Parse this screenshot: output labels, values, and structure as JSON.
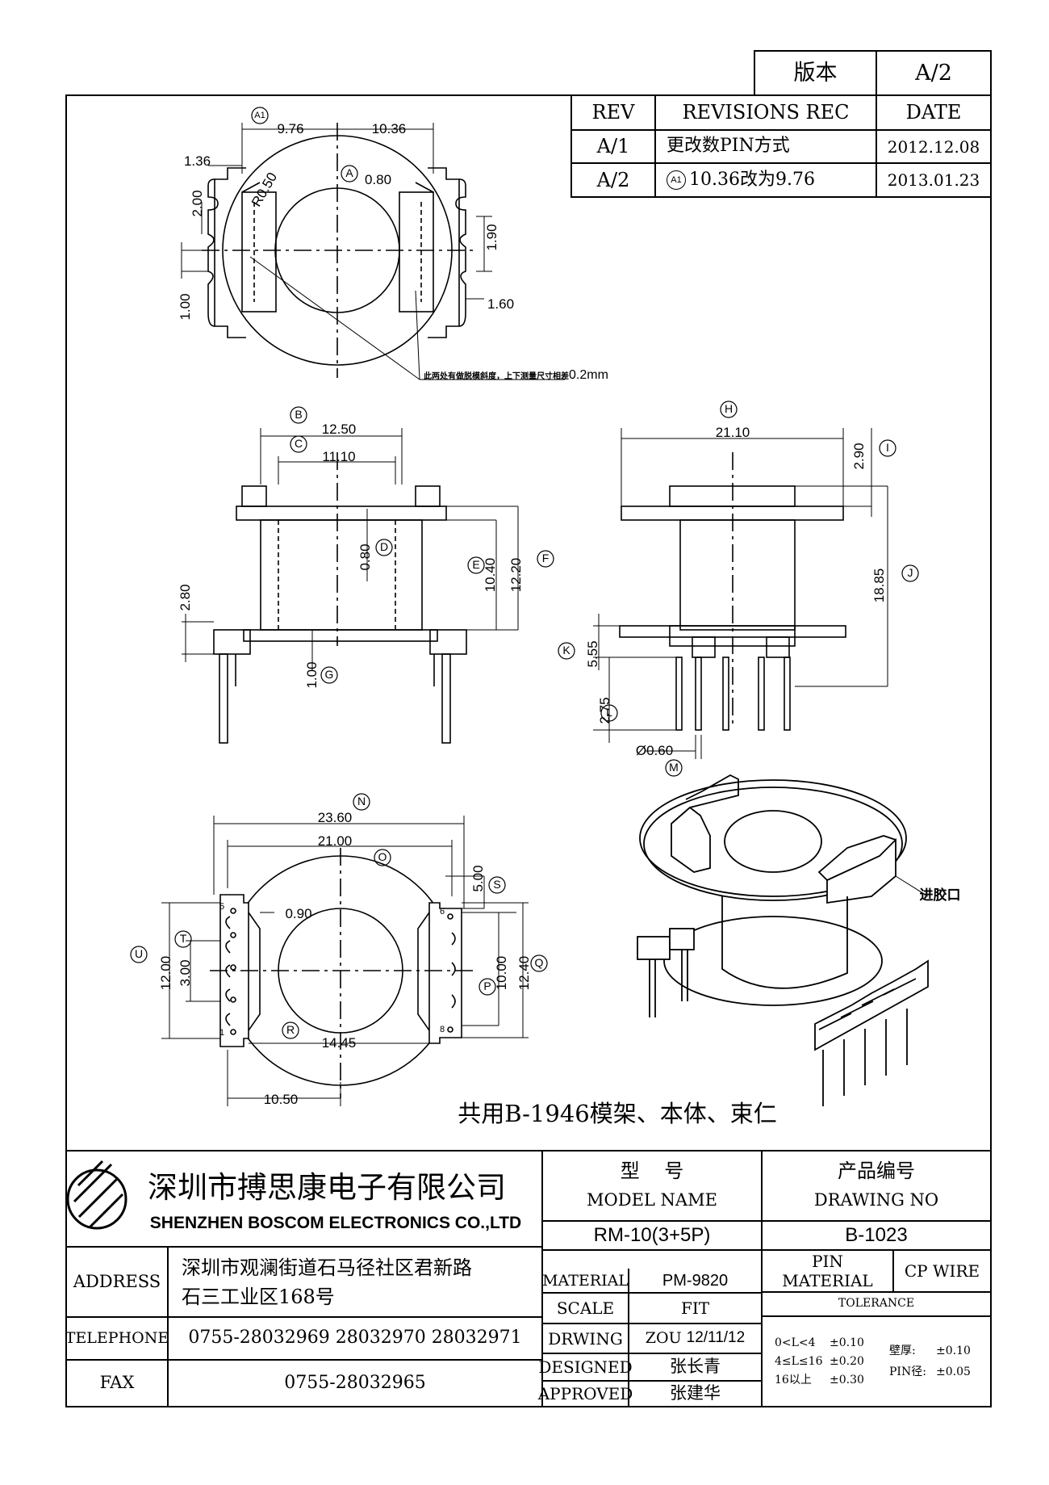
{
  "version": {
    "label": "版本",
    "value": "A/2"
  },
  "revisions": {
    "headers": {
      "rev": "REV",
      "rec": "REVISIONS REC",
      "date": "DATE"
    },
    "rows": [
      {
        "rev": "A/1",
        "desc": "更改数PIN方式",
        "date": "2012.12.08"
      },
      {
        "rev": "A/2",
        "mark": "A1",
        "desc": "10.36改为9.76",
        "date": "2013.01.23"
      }
    ]
  },
  "top_view": {
    "dims": {
      "d1": "9.76",
      "d2": "10.36",
      "d3": "1.36",
      "d4": "R0.50",
      "d5": "0.80",
      "d6": "2.00",
      "d7": "1.90",
      "d8": "1.00",
      "d9": "1.60"
    },
    "marks": {
      "a1": "A1",
      "a": "A"
    },
    "note_prefix": "此两处有做脱模斜度，上下测量尺寸相差",
    "note_value": "0.2mm"
  },
  "front_view": {
    "dims": {
      "b": "12.50",
      "c": "11.10",
      "d": "0.80",
      "e": "10.40",
      "f": "12.20",
      "g": "1.00",
      "h": "2.80"
    },
    "marks": {
      "b": "B",
      "c": "C",
      "d": "D",
      "e": "E",
      "f": "F",
      "g": "G"
    }
  },
  "side_view": {
    "dims": {
      "h": "21.10",
      "i": "2.90",
      "j": "18.85",
      "k": "5.55",
      "l": "2.75",
      "m": "Ø0.60"
    },
    "marks": {
      "h": "H",
      "i": "I",
      "j": "J",
      "k": "K",
      "l": "L",
      "m": "M"
    }
  },
  "bottom_view": {
    "dims": {
      "n": "23.60",
      "o": "21.00",
      "s": "5.00",
      "gap": "0.90",
      "u": "12.00",
      "t": "3.00",
      "p": "10.00",
      "q": "12.40",
      "r": "14.45",
      "w": "10.50"
    },
    "marks": {
      "n": "N",
      "o": "O",
      "s": "S",
      "t": "T",
      "u": "U",
      "p": "P",
      "q": "Q",
      "r": "R"
    },
    "pins": {
      "p5": "5",
      "p6": "6",
      "p1": "1",
      "p8": "8"
    }
  },
  "iso_view": {
    "gate_label": "进胶口"
  },
  "shared_note": "共用B-1946模架、本体、束仁",
  "title_block": {
    "company_cn": "深圳市搏思康电子有限公司",
    "company_en": "SHENZHEN BOSCOM ELECTRONICS CO.,LTD",
    "address_label": "ADDRESS",
    "address_line1": "深圳市观澜街道石马径社区君新路",
    "address_line2": "石三工业区168号",
    "telephone_label": "TELEPHONE",
    "telephone": "0755-28032969 28032970 28032971",
    "fax_label": "FAX",
    "fax": "0755-28032965",
    "model_cn": "型    号",
    "model_en": "MODEL NAME",
    "model_value": "RM-10(3+5P)",
    "drawing_cn": "产品编号",
    "drawing_en": "DRAWING NO",
    "drawing_value": "B-1023",
    "material_label": "MATERIAL",
    "material_value": "PM-9820",
    "pin_material_label1": "PIN",
    "pin_material_label2": "MATERIAL",
    "pin_material_value": "CP WIRE",
    "tolerance_label": "TOLERANCE",
    "scale_label": "SCALE",
    "scale_value": "FIT",
    "drawing_label": "DRWING",
    "drawing_by": "ZOU",
    "drawing_date": "12/11/12",
    "designed_label": "DESIGNED",
    "designed_value": "张长青",
    "approved_label": "APPROVED",
    "approved_value": "张建华",
    "tol": {
      "r1_range": "0<L<4",
      "r1_val": "±0.10",
      "r2_range": "4≤L≤16",
      "r2_val": "±0.20",
      "r3_range": "16以上",
      "r3_val": "±0.30",
      "wall_label": "壁厚:",
      "wall_val": "±0.10",
      "pin_label": "PIN径:",
      "pin_val": "±0.05"
    }
  }
}
